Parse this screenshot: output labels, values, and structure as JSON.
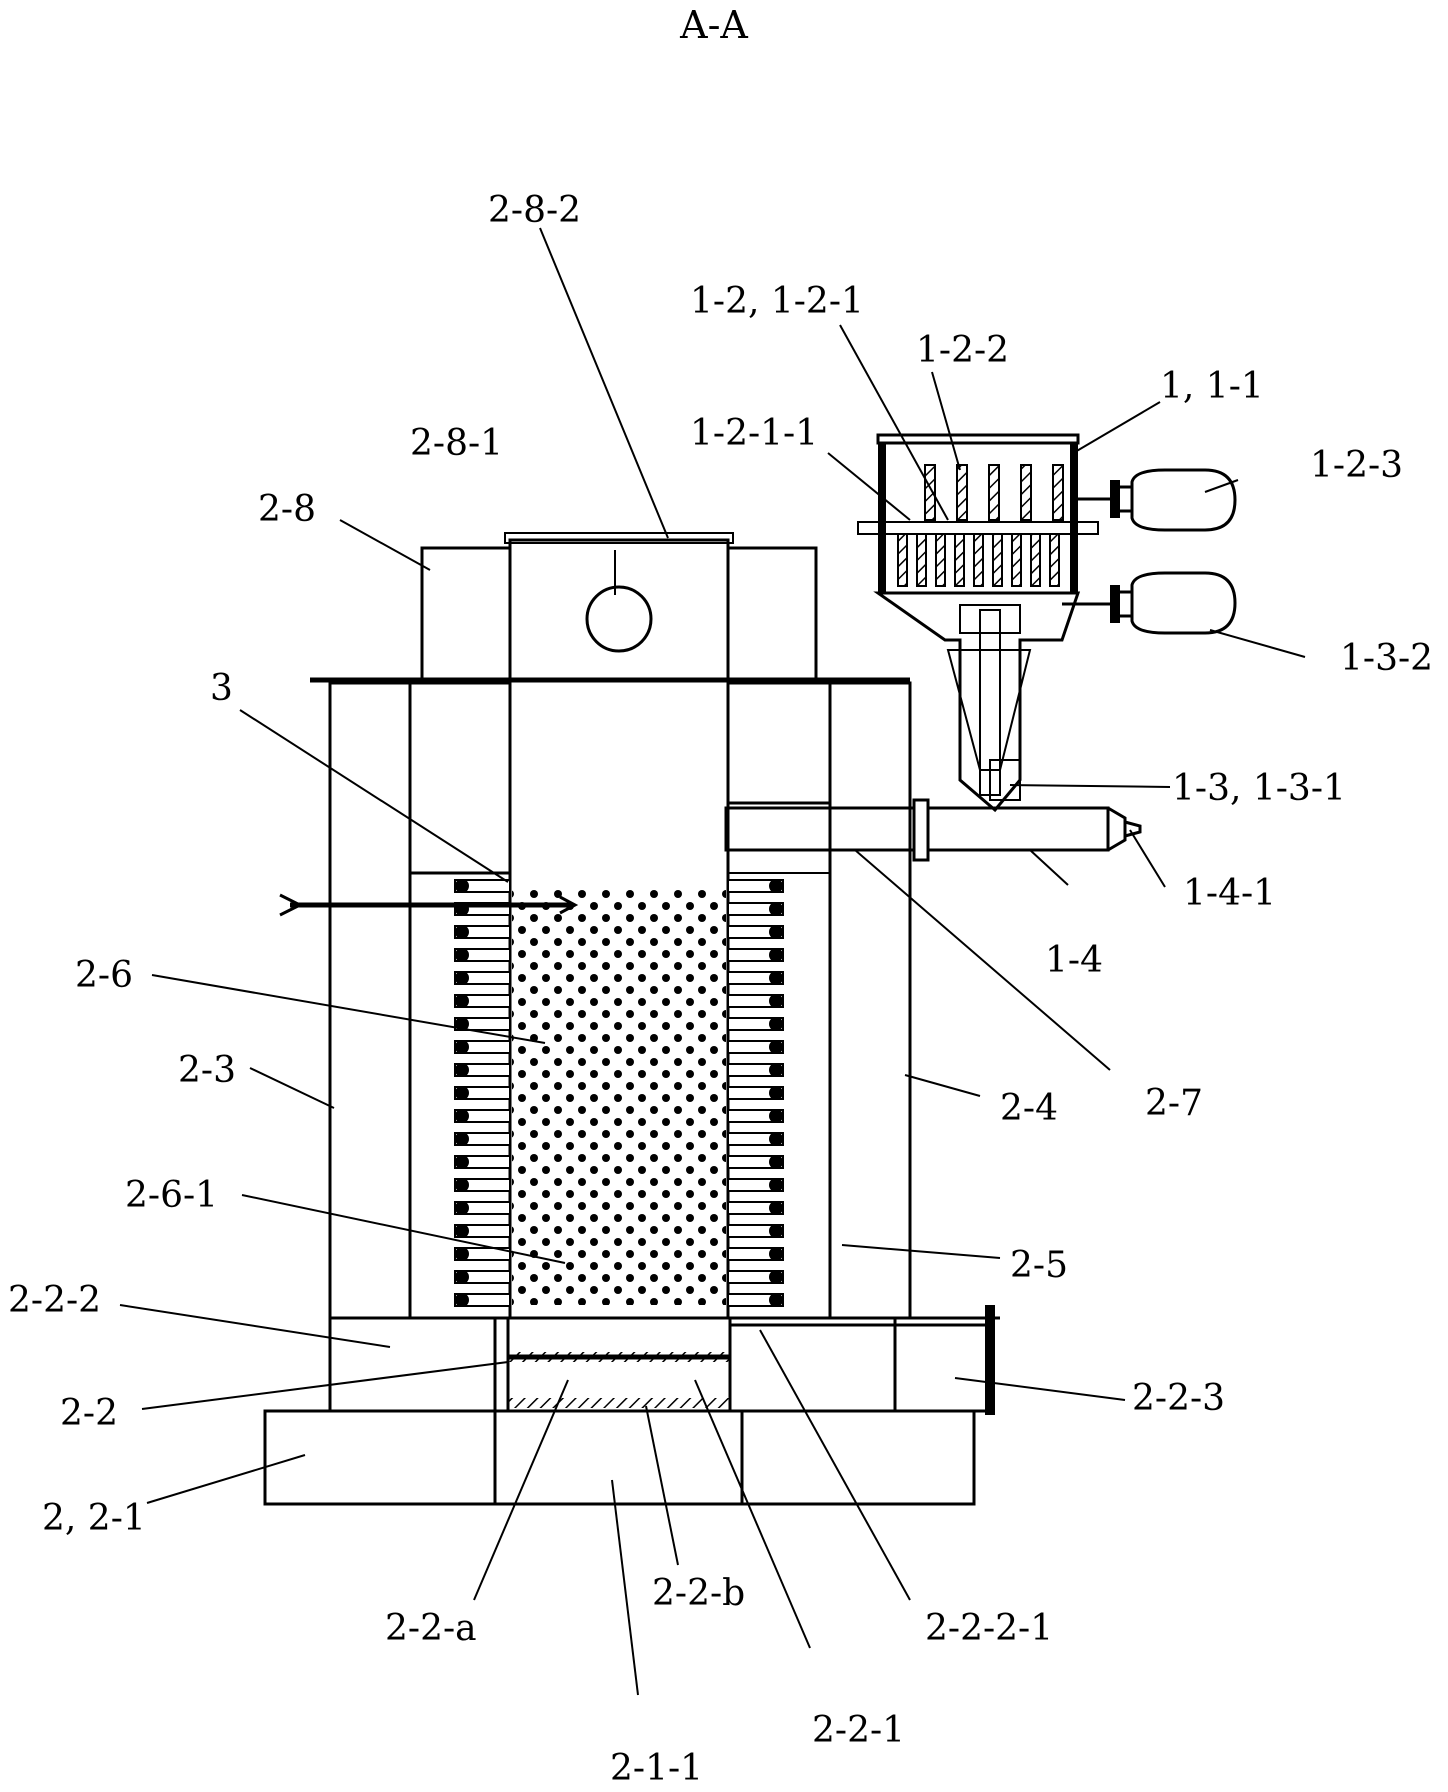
{
  "diagram": {
    "title": "A-A",
    "labels": {
      "l_2_8_2": "2-8-2",
      "l_1_2": "1-2, 1-2-1",
      "l_1_2_2": "1-2-2",
      "l_1_1": "1, 1-1",
      "l_1_2_1_1": "1-2-1-1",
      "l_1_2_3": "1-2-3",
      "l_2_8_1": "2-8-1",
      "l_2_8": "2-8",
      "l_1_3_2": "1-3-2",
      "l_3": "3",
      "l_1_3": "1-3, 1-3-1",
      "l_1_4_1": "1-4-1",
      "l_1_4": "1-4",
      "l_2_6": "2-6",
      "l_2_7": "2-7",
      "l_2_3": "2-3",
      "l_2_4": "2-4",
      "l_2_6_1": "2-6-1",
      "l_2_5": "2-5",
      "l_2_2_2": "2-2-2",
      "l_2_2": "2-2",
      "l_2_2_3": "2-2-3",
      "l_2_2_1_base": "2, 2-1",
      "l_2_2_a": "2-2-a",
      "l_2_2_b": "2-2-b",
      "l_2_2_2_1": "2-2-2-1",
      "l_2_2_1": "2-2-1",
      "l_2_1_1": "2-1-1"
    }
  }
}
